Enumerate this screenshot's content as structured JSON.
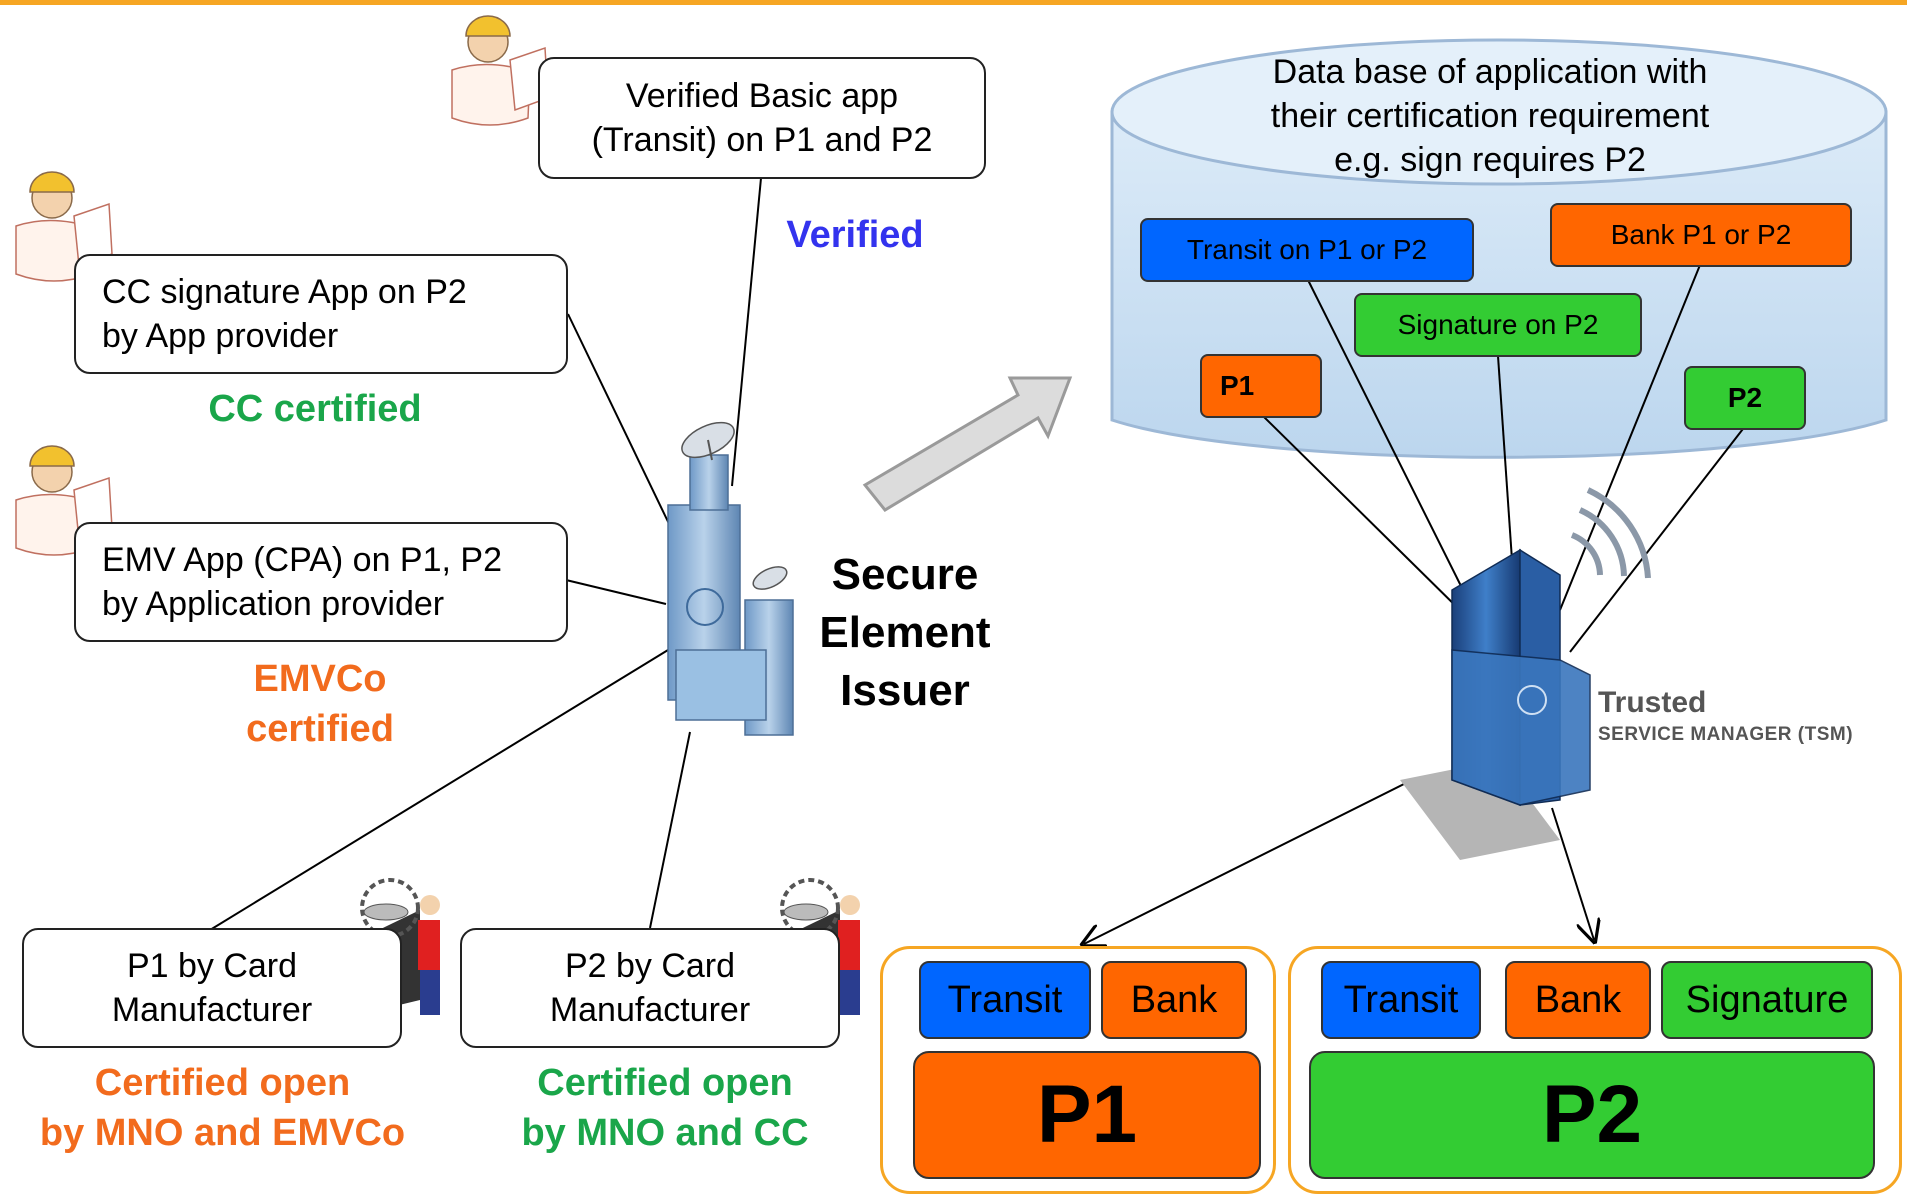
{
  "colors": {
    "accent": "#f6a623",
    "blue": "#0066ff",
    "orange": "#ff6600",
    "green": "#33cc33",
    "verified": "#3333ee",
    "cc": "#1aa64a",
    "emvco": "#f26b1d"
  },
  "left": {
    "verified_app": {
      "line1": "Verified Basic app",
      "line2": "(Transit)  on P1 and P2"
    },
    "verified_label": "Verified",
    "cc_app": {
      "line1": "CC  signature App on P2",
      "line2": "by App provider"
    },
    "cc_label": "CC certified",
    "emv_app": {
      "line1": "EMV App (CPA) on P1, P2",
      "line2": "by Application provider"
    },
    "emvco_label": {
      "line1": "EMVCo",
      "line2": "certified"
    },
    "p1_box": {
      "line1": "P1 by Card",
      "line2": "Manufacturer"
    },
    "p1_label": {
      "line1": "Certified open",
      "line2": "by MNO and EMVCo"
    },
    "p2_box": {
      "line1": "P2 by Card",
      "line2": "Manufacturer"
    },
    "p2_label": {
      "line1": "Certified open",
      "line2": "by MNO and CC"
    }
  },
  "issuer": {
    "line1": "Secure",
    "line2": "Element",
    "line3": "Issuer"
  },
  "database": {
    "line1": "Data base of application with",
    "line2": "their certification requirement",
    "line3": "e.g. sign requires P2",
    "items": {
      "transit": "Transit on P1 or P2",
      "bank": "Bank P1 or P2",
      "signature": "Signature on P2",
      "p1": "P1",
      "p2": "P2"
    }
  },
  "tsm": {
    "line1": "Trusted",
    "line2": "SERVICE MANAGER (TSM)"
  },
  "panels": {
    "p1": {
      "transit": "Transit",
      "bank": "Bank",
      "label": "P1"
    },
    "p2": {
      "transit": "Transit",
      "bank": "Bank",
      "signature": "Signature",
      "label": "P2"
    }
  }
}
